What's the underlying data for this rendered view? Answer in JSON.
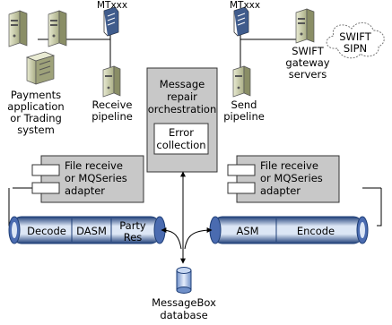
{
  "labels": {
    "mt_left": "MTxxx",
    "mt_right": "MTxxx",
    "payments_system": [
      "Payments",
      "application",
      "or Trading",
      "system"
    ],
    "receive_pipeline": [
      "Receive",
      "pipeline"
    ],
    "send_pipeline": [
      "Send",
      "pipeline"
    ],
    "swift_gateway": [
      "SWIFT",
      "gateway",
      "servers"
    ],
    "swift_sipn": [
      "SWIFT",
      "SIPN"
    ],
    "orchestration": [
      "Message",
      "repair",
      "orchestration"
    ],
    "error_collection": [
      "Error",
      "collection"
    ],
    "adapter_left": [
      "File receive",
      "or MQSeries",
      "adapter"
    ],
    "adapter_right": [
      "File receive",
      "or MQSeries",
      "adapter"
    ],
    "receive_stages": [
      "Decode",
      "DASM",
      "Party",
      "Res"
    ],
    "send_stages": [
      "ASM",
      "Encode"
    ],
    "messagebox": [
      "MessageBox",
      "database"
    ]
  },
  "colors": {
    "box_gray": "#c8c8c8",
    "pipe_dark": "#1f3f78",
    "pipe_light": "#dce6f5",
    "server": "#c9ccaa"
  }
}
